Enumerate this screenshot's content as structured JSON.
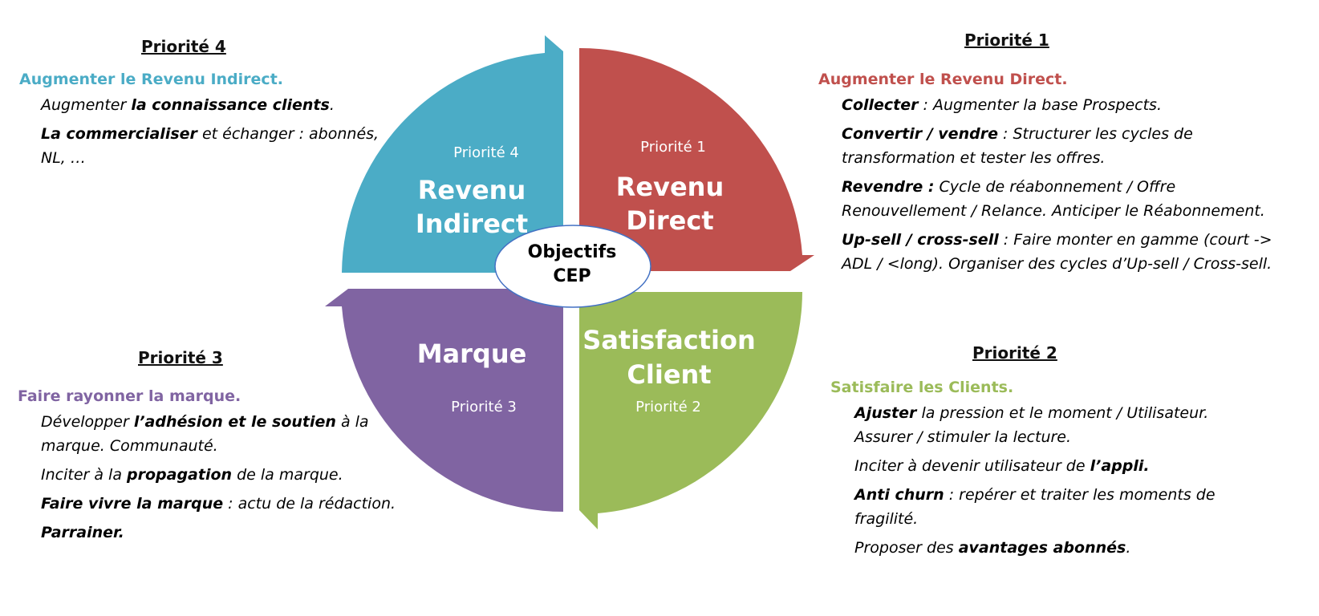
{
  "colors": {
    "revenu_indirect": "#4bacc6",
    "revenu_direct": "#c0504d",
    "marque": "#8064a2",
    "satisfaction": "#9bbb59"
  },
  "diagram": {
    "center": [
      "Objectifs",
      "CEP"
    ],
    "quadrants": {
      "top_left": {
        "priority": "Priorité 4",
        "title": [
          "Revenu",
          "Indirect"
        ]
      },
      "top_right": {
        "priority": "Priorité 1",
        "title": [
          "Revenu",
          "Direct"
        ]
      },
      "bottom_left": {
        "priority": "Priorité 3",
        "title": [
          "Marque"
        ]
      },
      "bottom_right": {
        "priority": "Priorité 2",
        "title": [
          "Satisfaction",
          "Client"
        ]
      }
    }
  },
  "panels": {
    "top_left": {
      "heading": "Priorité 4",
      "title": "Augmenter le Revenu Indirect.",
      "items": [
        [
          {
            "t": "Augmenter ",
            "b": false
          },
          {
            "t": "la connaissance clients",
            "b": true
          },
          {
            "t": ".",
            "b": false
          }
        ],
        [
          {
            "t": "La commercialiser",
            "b": true
          },
          {
            "t": " et échanger : abonnés, NL, …",
            "b": false
          }
        ]
      ]
    },
    "top_right": {
      "heading": "Priorité 1",
      "title": "Augmenter le Revenu Direct.",
      "items": [
        [
          {
            "t": "Collecter",
            "b": true
          },
          {
            "t": " : Augmenter la base Prospects.",
            "b": false
          }
        ],
        [
          {
            "t": "Convertir / vendre",
            "b": true
          },
          {
            "t": " : Structurer les cycles de transformation et tester les offres.",
            "b": false
          }
        ],
        [
          {
            "t": "Revendre :",
            "b": true
          },
          {
            "t": " Cycle de réabonnement / Offre Renouvellement / Relance. Anticiper le Réabonnement.",
            "b": false
          }
        ],
        [
          {
            "t": "Up-sell / cross-sell",
            "b": true
          },
          {
            "t": " : Faire monter en gamme (court -> ADL / <long). Organiser des cycles d’Up-sell / Cross-sell.",
            "b": false
          }
        ]
      ]
    },
    "bottom_left": {
      "heading": "Priorité 3",
      "title": "Faire rayonner la marque.",
      "items": [
        [
          {
            "t": "Développer ",
            "b": false
          },
          {
            "t": "l’adhésion et le soutien",
            "b": true
          },
          {
            "t": " à la marque. Communauté.",
            "b": false
          }
        ],
        [
          {
            "t": "Inciter à la ",
            "b": false
          },
          {
            "t": "propagation",
            "b": true
          },
          {
            "t": " de la marque.",
            "b": false
          }
        ],
        [
          {
            "t": "Faire vivre la marque",
            "b": true
          },
          {
            "t": " : actu de la rédaction.",
            "b": false
          }
        ],
        [
          {
            "t": "Parrainer.",
            "b": true
          }
        ]
      ]
    },
    "bottom_right": {
      "heading": "Priorité 2",
      "title": "Satisfaire les Clients.",
      "items": [
        [
          {
            "t": "Ajuster",
            "b": true
          },
          {
            "t": " la pression et  le moment / Utilisateur. Assurer / stimuler la lecture.",
            "b": false
          }
        ],
        [
          {
            "t": "Inciter à devenir utilisateur de ",
            "b": false
          },
          {
            "t": "l’appli.",
            "b": true
          }
        ],
        [
          {
            "t": "Anti churn",
            "b": true
          },
          {
            "t": " : repérer et traiter les moments de fragilité.",
            "b": false
          }
        ],
        [
          {
            "t": "Proposer des ",
            "b": false
          },
          {
            "t": "avantages abonnés",
            "b": true
          },
          {
            "t": ".",
            "b": false
          }
        ]
      ]
    }
  }
}
